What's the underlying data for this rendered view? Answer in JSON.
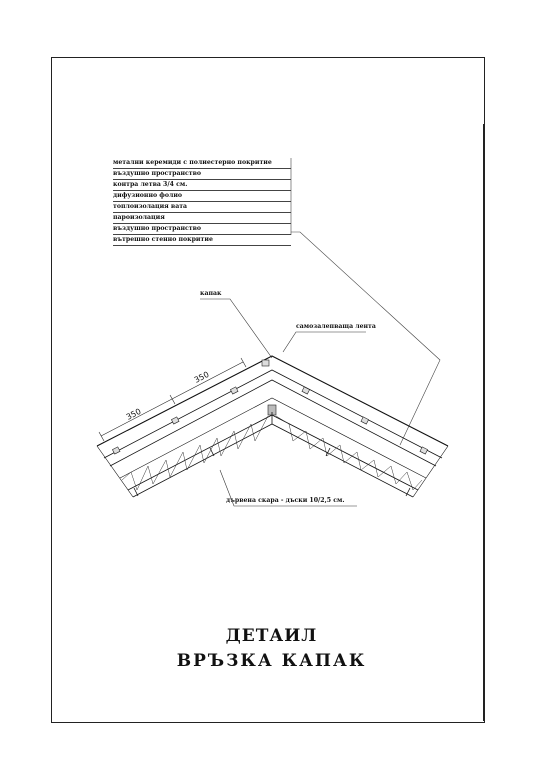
{
  "layers": [
    "метални керемиди с полиестерно покритие",
    "въздушно пространство",
    "контра летва 3/4 см.",
    "дифузионно фолио",
    "топлоизолация вата",
    "пароизолация",
    "въздушно пространство",
    "вътрешно стенно покритие"
  ],
  "callouts": {
    "cap": "капак",
    "tape": "самозалепваща лента",
    "boarding": "дървена скара - дъски 10/2,5 см."
  },
  "dimensions": {
    "dim_1": "350",
    "dim_2": "350"
  },
  "title": {
    "line1": "ДЕТАИЛ",
    "line2": "ВРЪЗКА  КАПАК"
  }
}
